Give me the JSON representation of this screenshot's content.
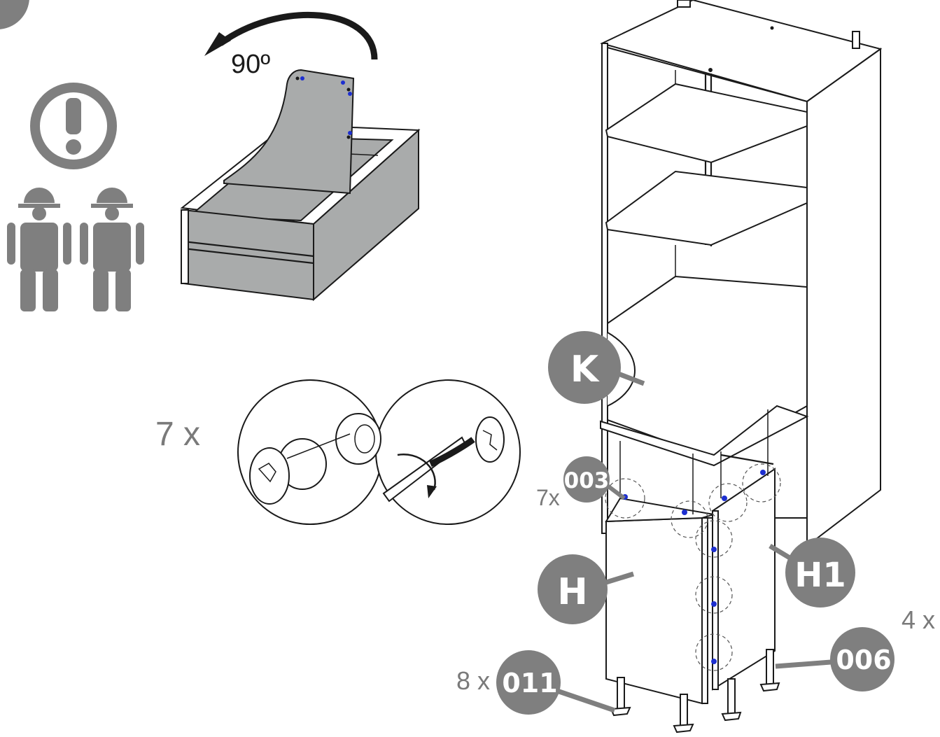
{
  "rotation": {
    "angle_label": "90º"
  },
  "labels": {
    "panel_k": "K",
    "panel_h": "H",
    "panel_h1": "H1",
    "part_003": "003",
    "part_006": "006",
    "part_011": "011"
  },
  "counts": {
    "cam_lock_count": "7 x",
    "part_003_count": "7x",
    "part_006_count": "4 x",
    "part_011_count": "8 x"
  },
  "icons": [
    "warning-icon",
    "two-person-icon",
    "rotate-arrow-icon",
    "screwdriver-icon",
    "cam-lock-icon"
  ],
  "colors": {
    "badge": "#7f7f7f",
    "panel_fill": "#a9abab",
    "line": "#1a1a1a",
    "dowel": "#1d2fd0"
  }
}
